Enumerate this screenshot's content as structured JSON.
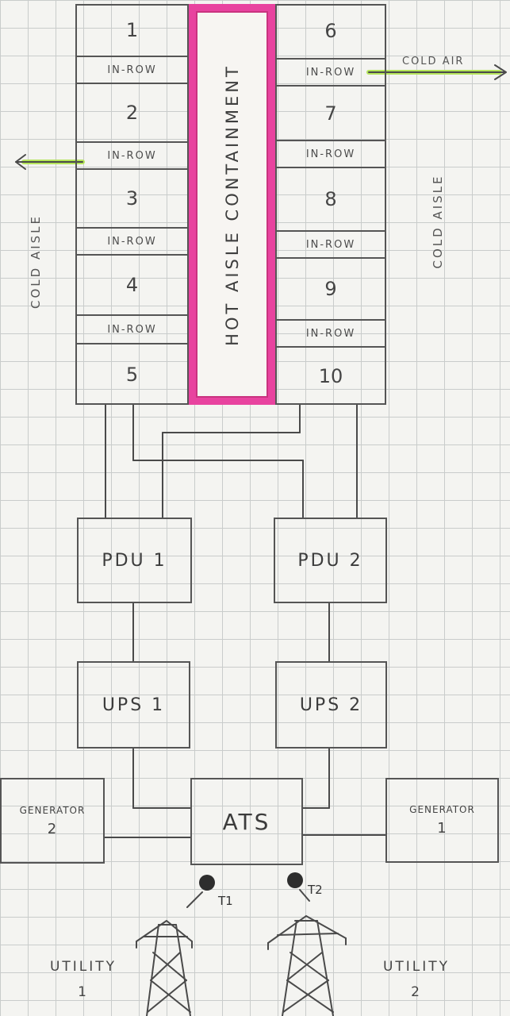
{
  "racks_left": [
    {
      "num": "1",
      "inrow": "IN-ROW"
    },
    {
      "num": "2",
      "inrow": "IN-ROW"
    },
    {
      "num": "3",
      "inrow": "IN-ROW"
    },
    {
      "num": "4",
      "inrow": "IN-ROW"
    },
    {
      "num": "5"
    }
  ],
  "racks_right": [
    {
      "num": "6",
      "inrow": "IN-ROW"
    },
    {
      "num": "7",
      "inrow": "IN-ROW"
    },
    {
      "num": "8",
      "inrow": "IN-ROW"
    },
    {
      "num": "9",
      "inrow": "IN-ROW"
    },
    {
      "num": "10"
    }
  ],
  "hot_aisle": "HOT AISLE CONTAINMENT",
  "cold_aisle_left": "COLD AISLE",
  "cold_aisle_right": "COLD AISLE",
  "cold_air_label": "COLD AIR",
  "pdu1": "PDU 1",
  "pdu2": "PDU 2",
  "ups1": "UPS 1",
  "ups2": "UPS 2",
  "ats": "ATS",
  "generator_left": {
    "label": "GENERATOR",
    "num": "2"
  },
  "generator_right": {
    "label": "GENERATOR",
    "num": "1"
  },
  "t1": "T1",
  "t2": "T2",
  "utility_left": {
    "label": "UTILITY",
    "num": "1"
  },
  "utility_right": {
    "label": "UTILITY",
    "num": "2"
  },
  "colors": {
    "hot_aisle": "#e8439f",
    "cold_air_arrow": "#9ad83a",
    "pencil": "#4a4a4a"
  }
}
